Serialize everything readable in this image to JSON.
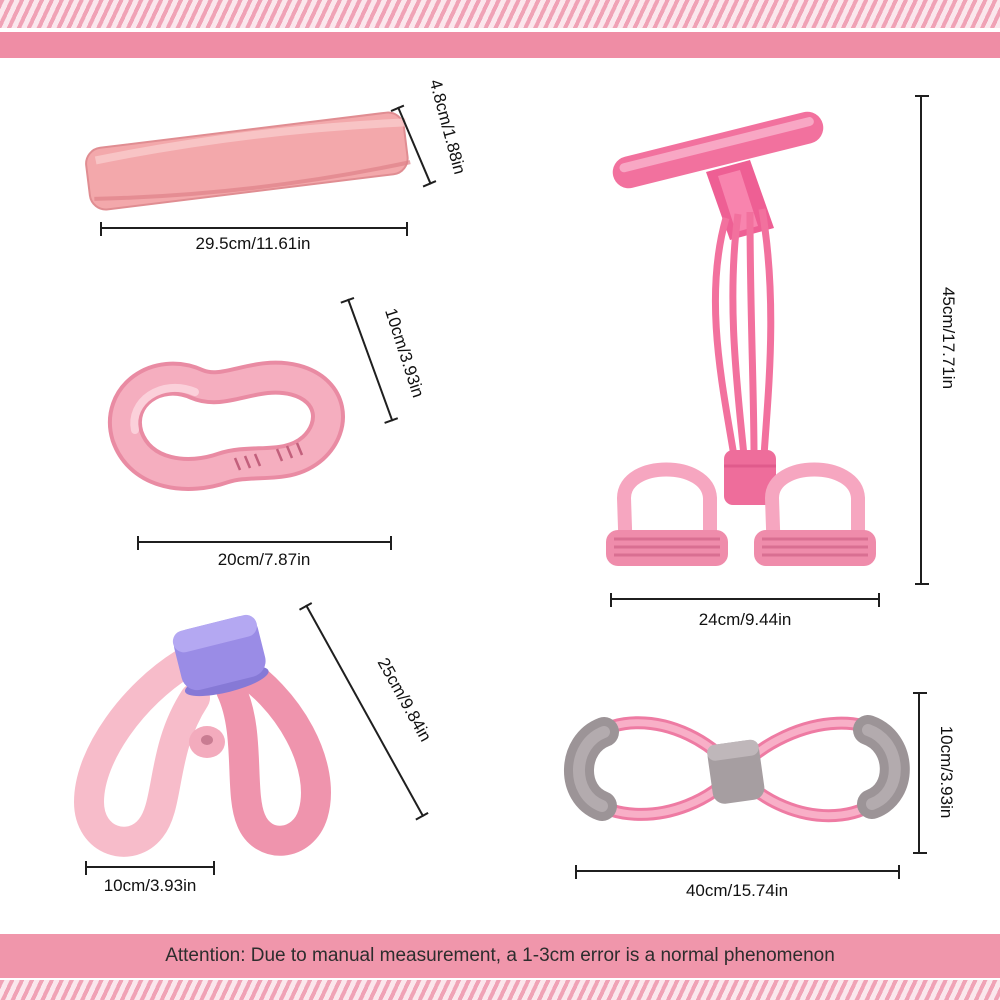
{
  "banner": {
    "attention": "Attention: Due to manual measurement, a 1-3cm error is a normal phenomenon"
  },
  "measurements": {
    "loop_band_length": "29.5cm/11.61in",
    "loop_band_width": "4.8cm/1.88in",
    "yoga_ring_length": "20cm/7.87in",
    "yoga_ring_height": "10cm/3.93in",
    "thigh_trainer_length": "25cm/9.84in",
    "thigh_trainer_width": "10cm/3.93in",
    "pedal_puller_height": "45cm/17.71in",
    "pedal_puller_width": "24cm/9.44in",
    "figure8_band_height": "10cm/3.93in",
    "figure8_band_length": "40cm/15.74in"
  },
  "colors": {
    "accent_pink_bar": "#ef8da5",
    "stripe_pink": "#f0a2b6",
    "band_salmon": "#f3a8ab",
    "tube_pink": "#f2719e",
    "light_pink": "#f7bcca",
    "clamp_purple": "#9a8ce6",
    "handle_gray": "#9c9497",
    "measure_line": "#1f1f1f"
  }
}
